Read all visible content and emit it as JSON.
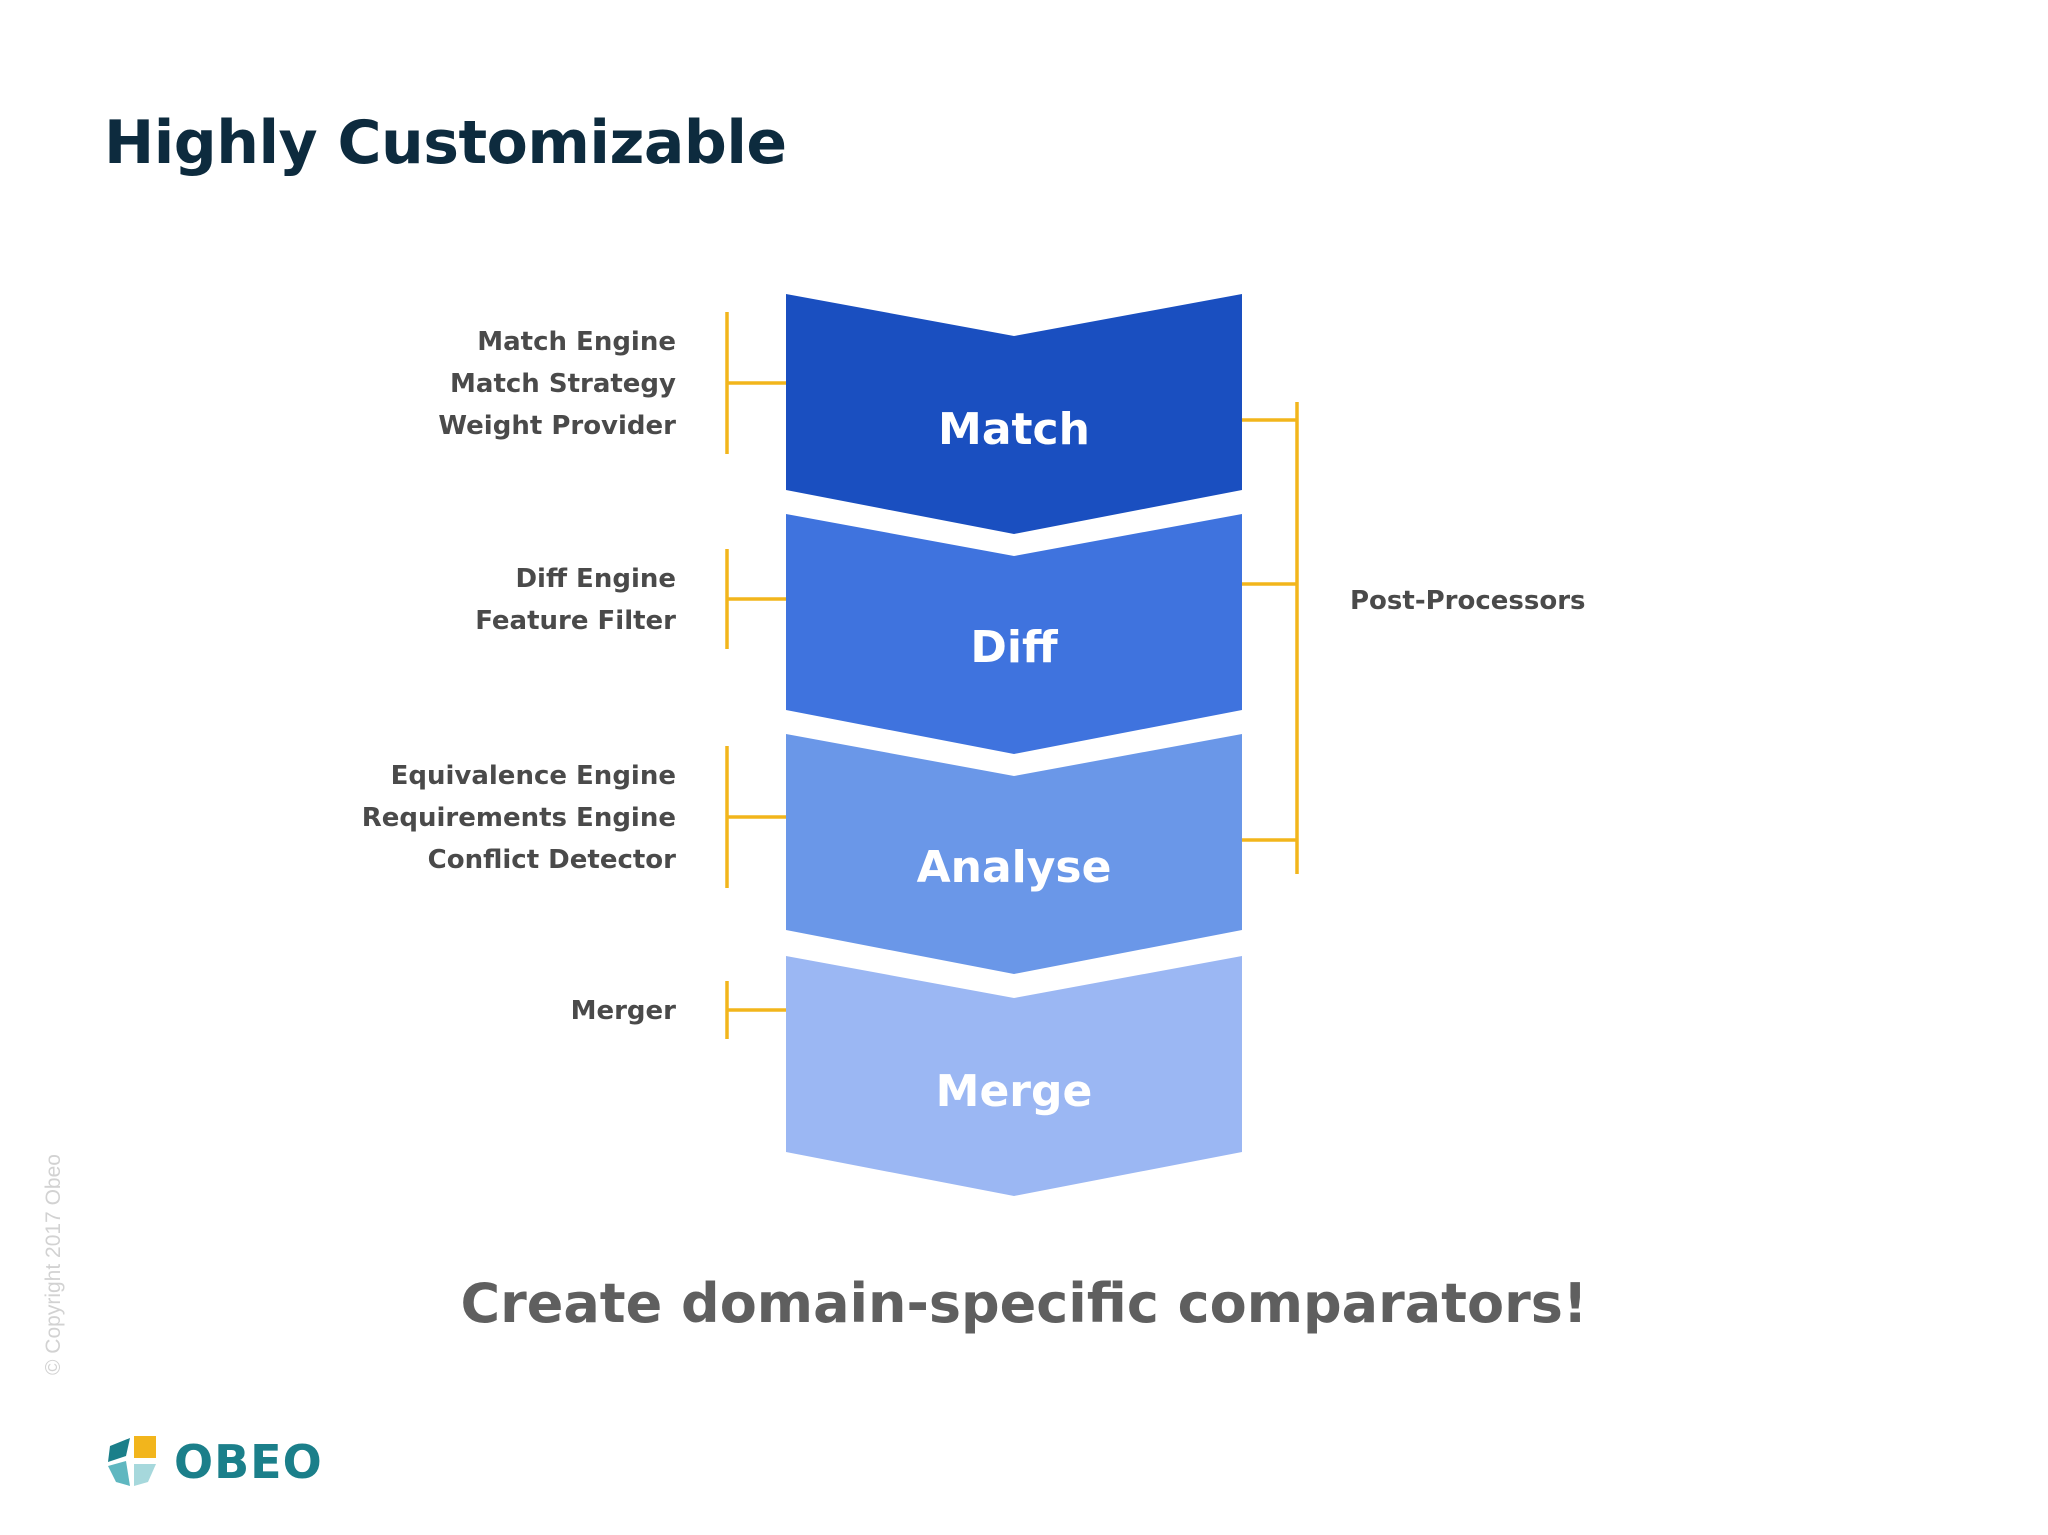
{
  "title": "Highly Customizable",
  "stages": [
    {
      "label": "Match",
      "color": "#1a4fc0",
      "components": [
        "Match Engine",
        "Match Strategy",
        "Weight Provider"
      ]
    },
    {
      "label": "Diff",
      "color": "#3f73de",
      "components": [
        "Diff Engine",
        "Feature Filter"
      ]
    },
    {
      "label": "Analyse",
      "color": "#6a97e8",
      "components": [
        "Equivalence Engine",
        "Requirements Engine",
        "Conflict Detector"
      ]
    },
    {
      "label": "Merge",
      "color": "#9bb7f3",
      "components": [
        "Merger"
      ]
    }
  ],
  "post_processors_label": "Post-Processors",
  "bracket_color": "#f2b51c",
  "tagline": "Create domain-specific comparators!",
  "copyright": "© Copyright 2017 Obeo",
  "logo_text": "OBEO",
  "logo_icon": "obeo-logo-icon",
  "logo_colors": [
    "#f2b51c",
    "#1b7f8a",
    "#5fb7c0",
    "#a6d8dc"
  ]
}
